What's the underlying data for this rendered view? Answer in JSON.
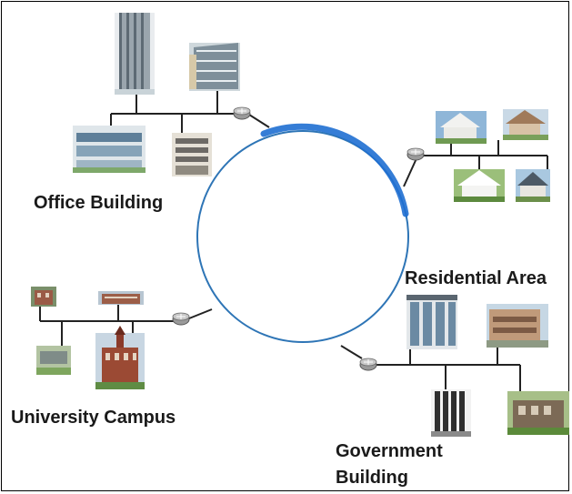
{
  "diagram": {
    "ring_color": "#2e75b6",
    "ring_highlight_color": "#1f6fd1",
    "link_color": "#222222",
    "router_color": "#9a9a9a",
    "icons": [
      "router-icon",
      "office-building-icon",
      "house-icon",
      "campus-building-icon",
      "government-building-icon"
    ],
    "clusters": [
      {
        "id": "office",
        "label": "Office Building"
      },
      {
        "id": "residential",
        "label": "Residential Area"
      },
      {
        "id": "university",
        "label": "University Campus"
      },
      {
        "id": "government",
        "label_line1": "Government",
        "label_line2": "Building"
      }
    ]
  }
}
